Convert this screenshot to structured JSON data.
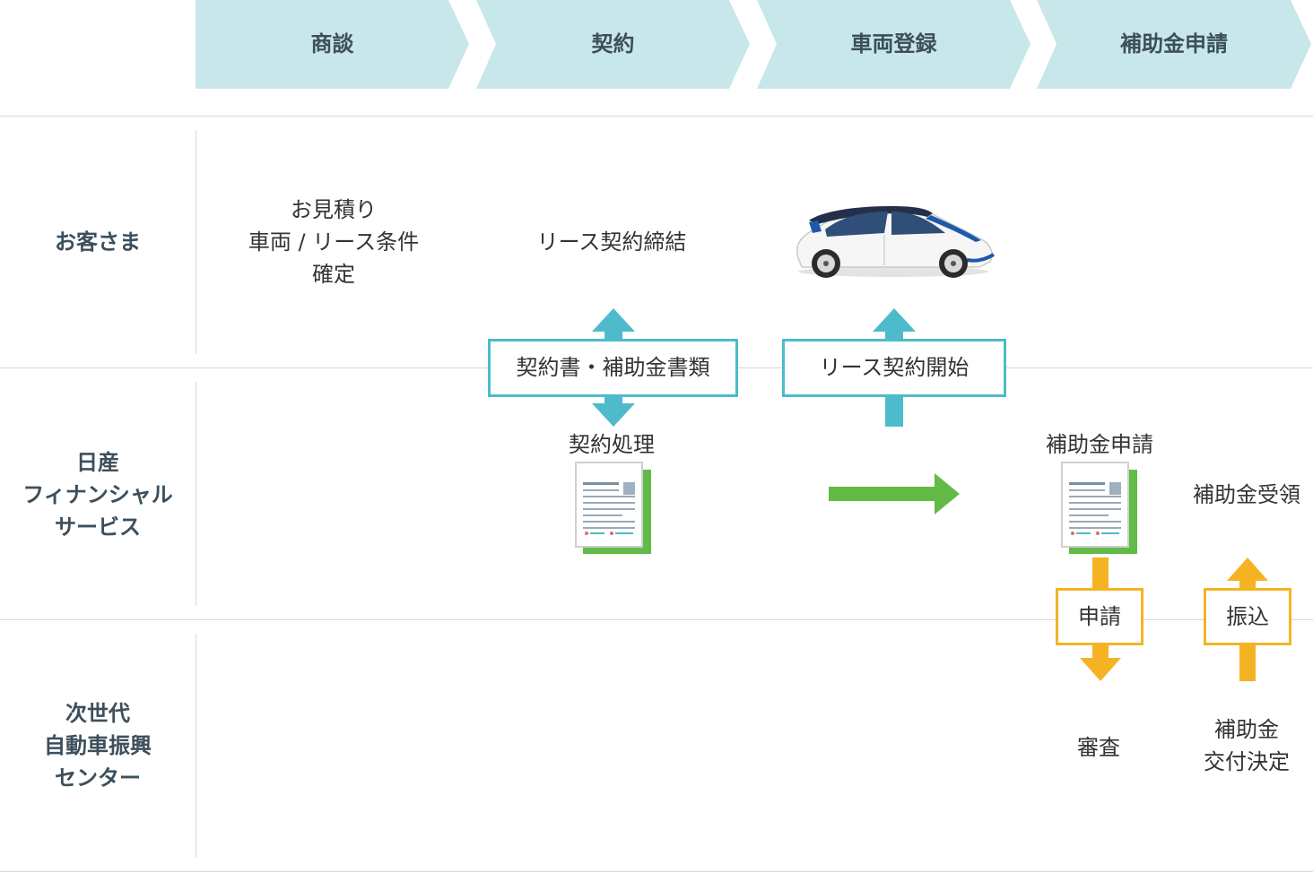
{
  "stages": [
    {
      "label": "商談"
    },
    {
      "label": "契約"
    },
    {
      "label": "車両登録"
    },
    {
      "label": "補助金申請"
    }
  ],
  "lanes": [
    {
      "label_lines": [
        "お客さま"
      ]
    },
    {
      "label_lines": [
        "日産",
        "フィナンシャル",
        "サービス"
      ]
    },
    {
      "label_lines": [
        "次世代",
        "自動車振興",
        "センター"
      ]
    }
  ],
  "customer": {
    "estimate_lines": [
      "お見積り",
      "車両 / リース条件",
      "確定"
    ],
    "lease_contract": "リース契約締結"
  },
  "nfs": {
    "contract_processing": "契約処理",
    "subsidy_application": "補助金申請",
    "subsidy_receipt": "補助金受領"
  },
  "center": {
    "review": "審査",
    "grant_decision_lines": [
      "補助金",
      "交付決定"
    ]
  },
  "boxes": {
    "documents": "契約書・補助金書類",
    "lease_start": "リース契約開始",
    "apply": "申請",
    "transfer": "振込"
  },
  "icons": {
    "car": "car-icon",
    "document": "document-icon"
  },
  "colors": {
    "stage_fill": "#c8e7ea",
    "teal_arrow": "#4dbbcb",
    "green_arrow": "#62bb46",
    "orange_arrow": "#f5b324",
    "doc_shadow": "#62bb46",
    "car_accent": "#1e5aa8"
  }
}
